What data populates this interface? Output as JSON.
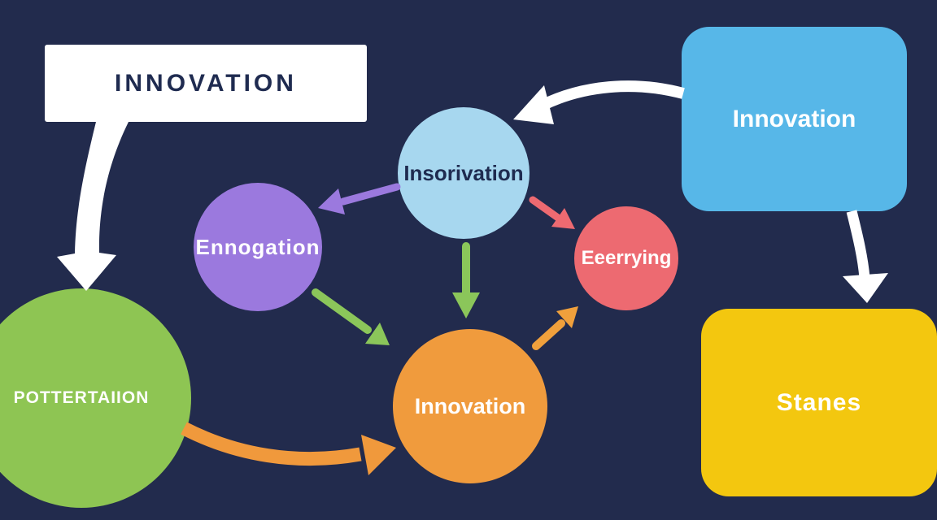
{
  "canvas": {
    "background": "#222b4d"
  },
  "nodes": {
    "title_box": {
      "label": "INNOVATION",
      "color": "#ffffff",
      "text_color": "#1f2b50"
    },
    "insorivation_circle": {
      "label": "Insorivation",
      "color": "#a7d7ef",
      "text_color": "#1f2b50"
    },
    "innovation_rect": {
      "label": "Innovation",
      "color": "#57b7e8",
      "text_color": "#ffffff"
    },
    "ennogation_circle": {
      "label": "Ennogation",
      "color": "#9b79de",
      "text_color": "#ffffff"
    },
    "eeerrying_circle": {
      "label": "Eeerrying",
      "color": "#ed6a71",
      "text_color": "#ffffff"
    },
    "pottertaiion_circle": {
      "label": "POTTERTAIION",
      "color": "#8ec553",
      "text_color": "#ffffff"
    },
    "innovation_circle": {
      "label": "Innovation",
      "color": "#f09b3d",
      "text_color": "#ffffff"
    },
    "stanes_rect": {
      "label": "Stanes",
      "color": "#f3c70f",
      "text_color": "#ffffff"
    }
  },
  "arrows": [
    {
      "name": "title-box-to-pottertaiion",
      "color": "#ffffff"
    },
    {
      "name": "innovation-rect-to-insorivation",
      "color": "#ffffff"
    },
    {
      "name": "innovation-rect-to-stanes",
      "color": "#ffffff"
    },
    {
      "name": "insorivation-to-ennogation",
      "color": "#9b79de"
    },
    {
      "name": "insorivation-to-eeerrying",
      "color": "#ed6a71"
    },
    {
      "name": "insorivation-to-innovation-circle",
      "color": "#8bc65a"
    },
    {
      "name": "ennogation-to-innovation-circle",
      "color": "#8bc65a"
    },
    {
      "name": "innovation-circle-to-eeerrying",
      "color": "#f0a03c"
    },
    {
      "name": "pottertaiion-to-innovation-circle",
      "color": "#f0993c"
    }
  ]
}
